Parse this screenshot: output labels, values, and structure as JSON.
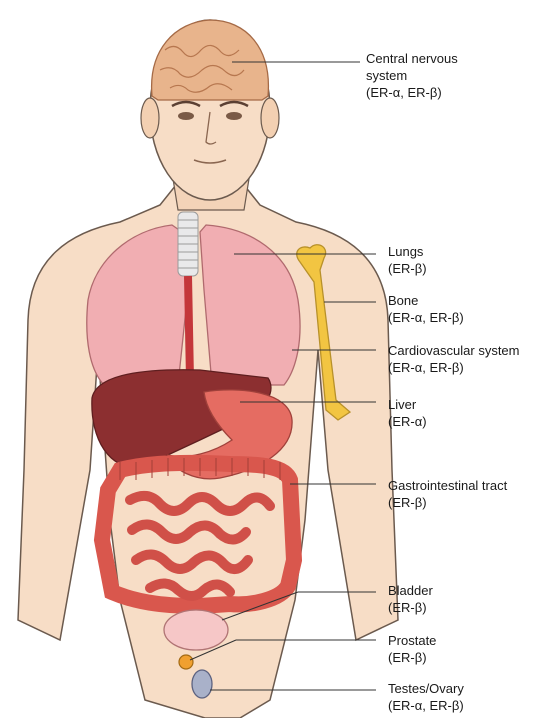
{
  "labels": {
    "cns": {
      "name": "Central nervous system",
      "line1": "Central nervous",
      "line2": "system",
      "receptors": "(ER-α, ER-β)"
    },
    "lungs": {
      "name": "Lungs",
      "receptors": "(ER-β)"
    },
    "bone": {
      "name": "Bone",
      "receptors": "(ER-α, ER-β)"
    },
    "cardio": {
      "name": "Cardiovascular system",
      "receptors": "(ER-α, ER-β)"
    },
    "liver": {
      "name": "Liver",
      "receptors": "(ER-α)"
    },
    "gi": {
      "name": "Gastrointestinal tract",
      "receptors": "(ER-β)"
    },
    "bladder": {
      "name": "Bladder",
      "receptors": "(ER-β)"
    },
    "prostate": {
      "name": "Prostate",
      "receptors": "(ER-β)"
    },
    "testes": {
      "name": "Testes/Ovary",
      "receptors": "(ER-α, ER-β)"
    }
  },
  "colors": {
    "skin": "#f7ddc6",
    "skin_outline": "#6b5a4e",
    "brain": "#e8b48c",
    "lung": "#f1aeb2",
    "liver": "#8c2f30",
    "stomach": "#e56c62",
    "intestine": "#d9574d",
    "bone": "#f2c542",
    "bladder": "#f6c7c7",
    "prostate": "#f0a030",
    "leader": "#333333"
  }
}
